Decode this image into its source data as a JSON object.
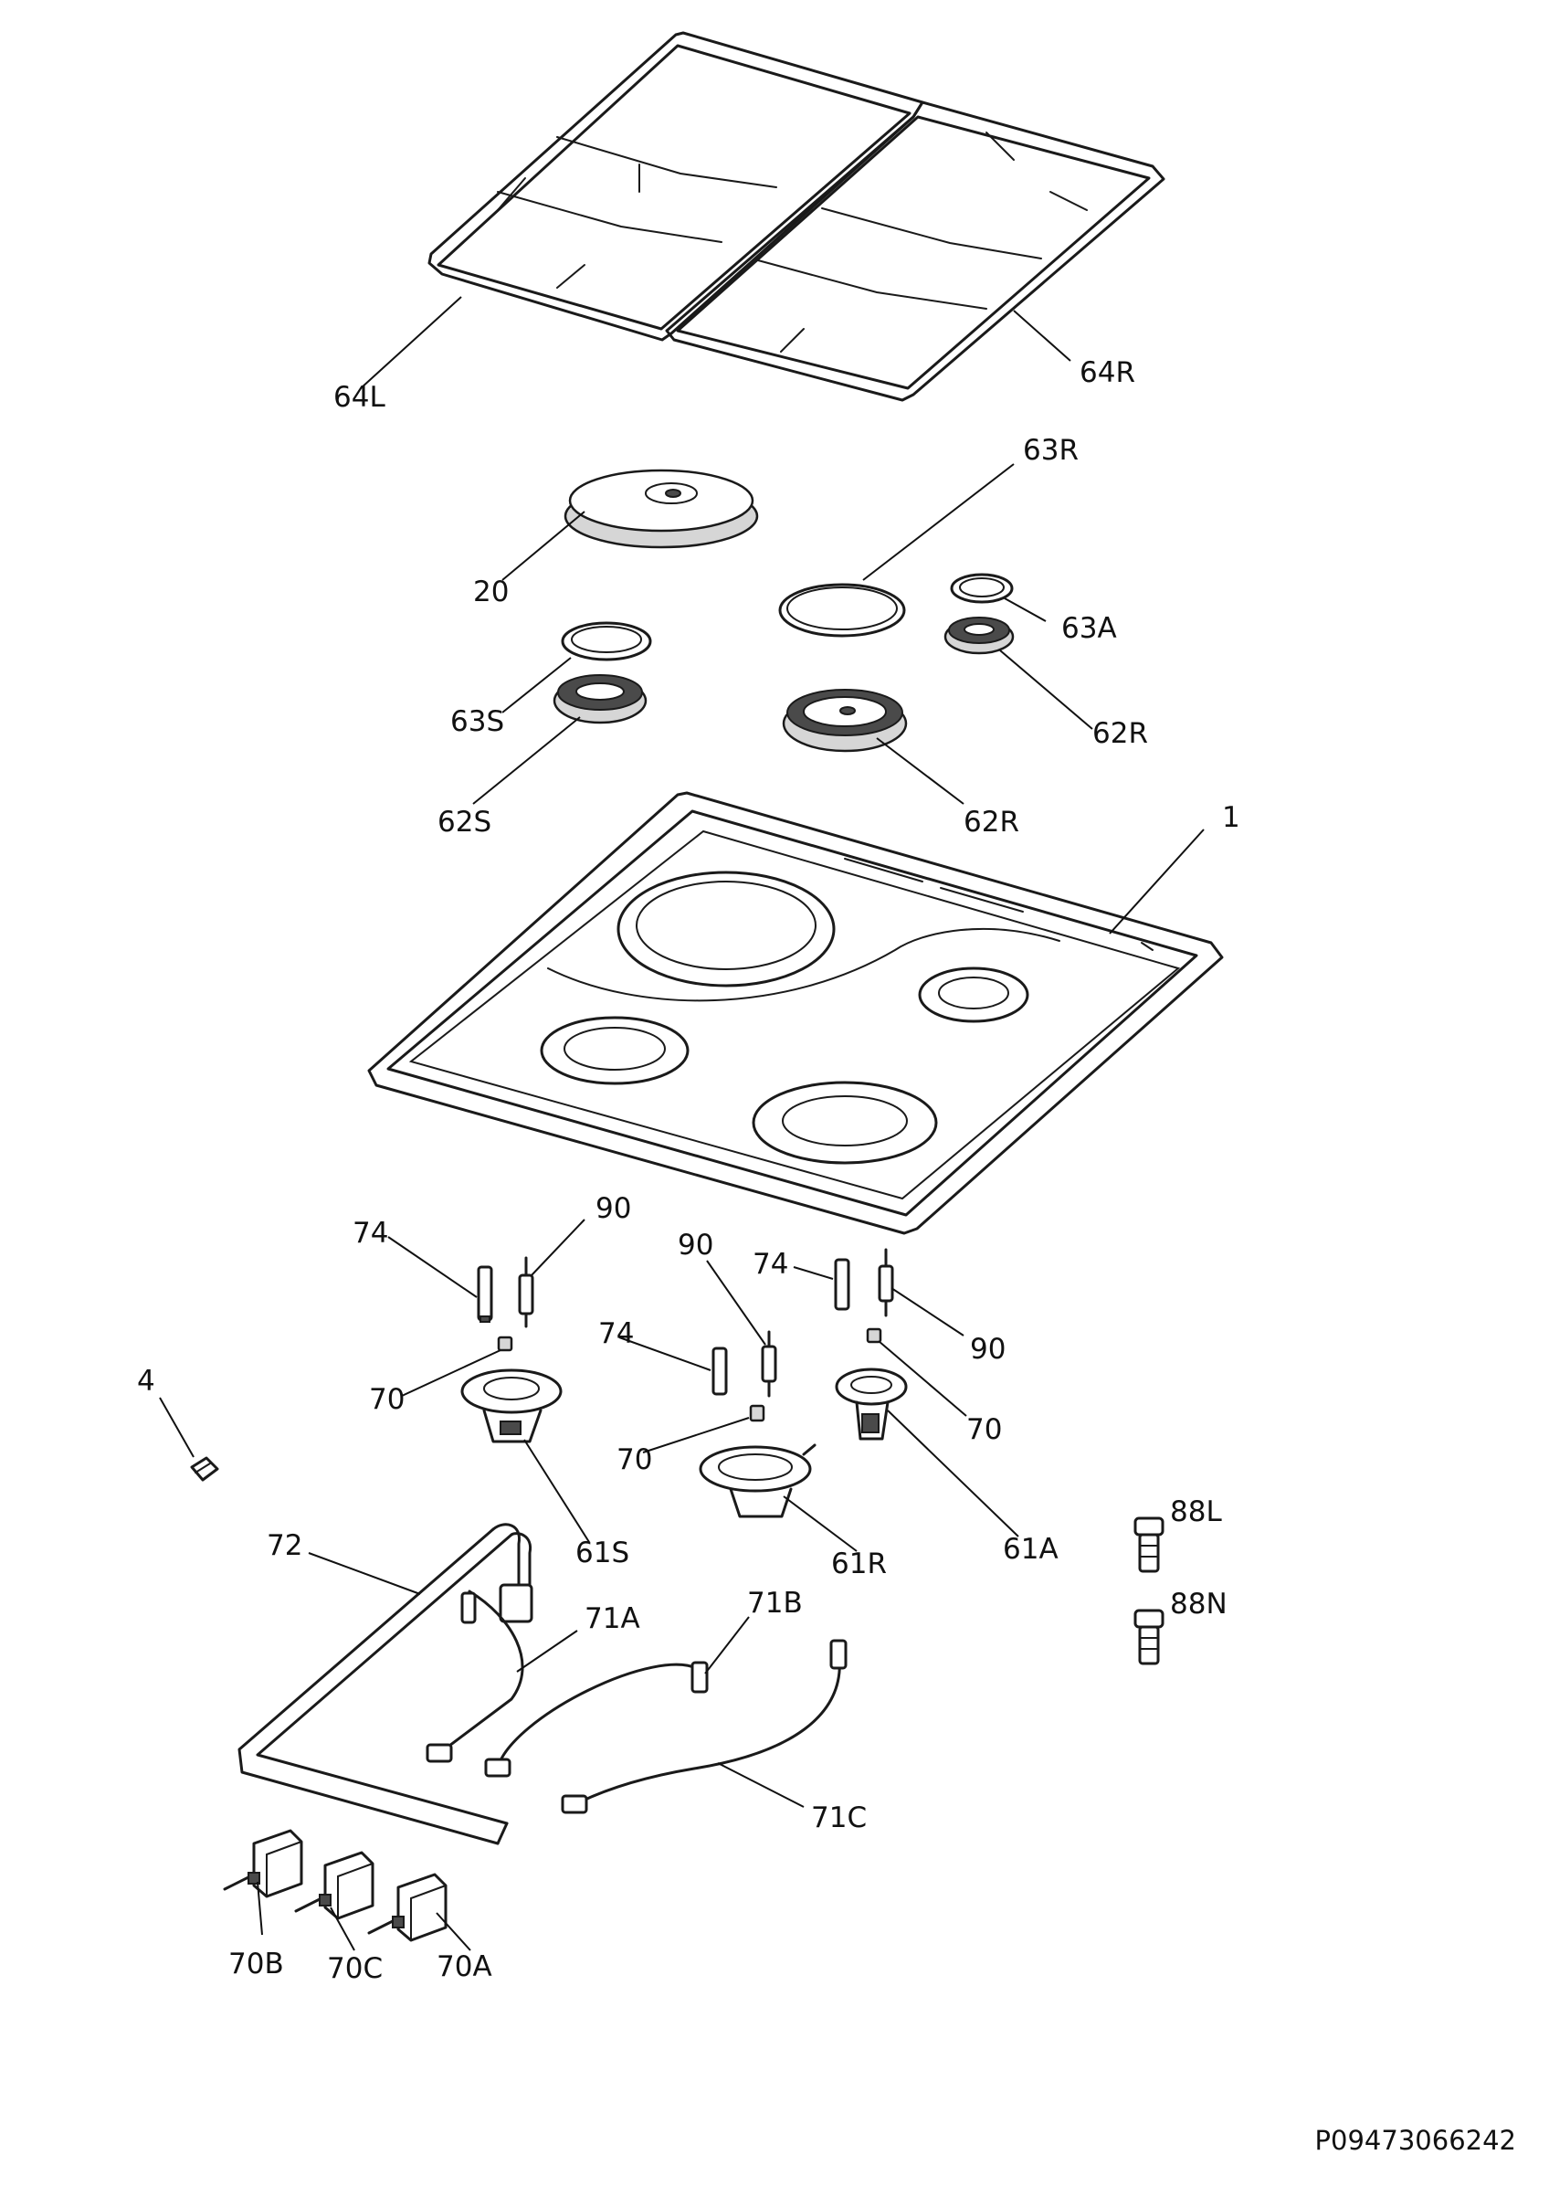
{
  "callouts": [
    {
      "id": "64L"
    },
    {
      "id": "64R"
    },
    {
      "id": "63R"
    },
    {
      "id": "20"
    },
    {
      "id": "63A"
    },
    {
      "id": "63S"
    },
    {
      "id": "62R_small"
    },
    {
      "id": "62S"
    },
    {
      "id": "62R_large"
    },
    {
      "id": "1"
    },
    {
      "id": "74_a"
    },
    {
      "id": "90_a"
    },
    {
      "id": "90_b"
    },
    {
      "id": "74_b"
    },
    {
      "id": "74_c"
    },
    {
      "id": "90_c"
    },
    {
      "id": "4"
    },
    {
      "id": "70_a"
    },
    {
      "id": "70_b"
    },
    {
      "id": "70_c"
    },
    {
      "id": "61S"
    },
    {
      "id": "61R"
    },
    {
      "id": "61A"
    },
    {
      "id": "88L"
    },
    {
      "id": "88N"
    },
    {
      "id": "72"
    },
    {
      "id": "71A"
    },
    {
      "id": "71B"
    },
    {
      "id": "71C"
    },
    {
      "id": "70B"
    },
    {
      "id": "70C"
    },
    {
      "id": "70A"
    }
  ],
  "labels": {
    "l64L": "64L",
    "l64R": "64R",
    "l63R": "63R",
    "l20": "20",
    "l63A": "63A",
    "l63S": "63S",
    "l62R_small": "62R",
    "l62S": "62S",
    "l62R_large": "62R",
    "l1": "1",
    "l74_a": "74",
    "l90_a": "90",
    "l90_b": "90",
    "l74_b": "74",
    "l74_c": "74",
    "l90_c": "90",
    "l4": "4",
    "l70_a": "70",
    "l70_b": "70",
    "l70_c": "70",
    "l61S": "61S",
    "l61R": "61R",
    "l61A": "61A",
    "l88L": "88L",
    "l88N": "88N",
    "l72": "72",
    "l71A": "71A",
    "l71B": "71B",
    "l71C": "71C",
    "l70B": "70B",
    "l70C": "70C",
    "l70A": "70A"
  },
  "reference_code": "P09473066242"
}
